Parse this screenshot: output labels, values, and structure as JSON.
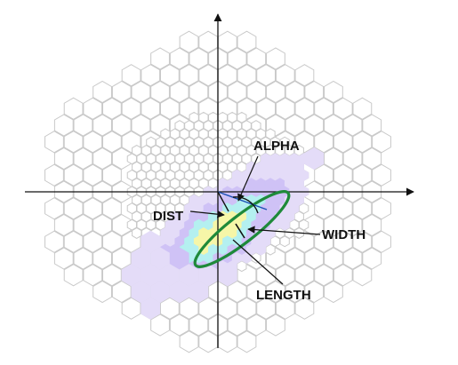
{
  "labels": {
    "alpha": "ALPHA",
    "dist": "DIST",
    "width": "WIDTH",
    "length": "LENGTH"
  },
  "colors": {
    "hex_outline": "#c8c8c8",
    "axis": "#111111",
    "ellipse": "#1e8a3a",
    "leader": "#111111",
    "signal_low": "#e4dcf8",
    "signal_mid": "#cfc2f6",
    "signal_high": "#b4f0f0",
    "signal_peak": "#f6f6a8"
  }
}
